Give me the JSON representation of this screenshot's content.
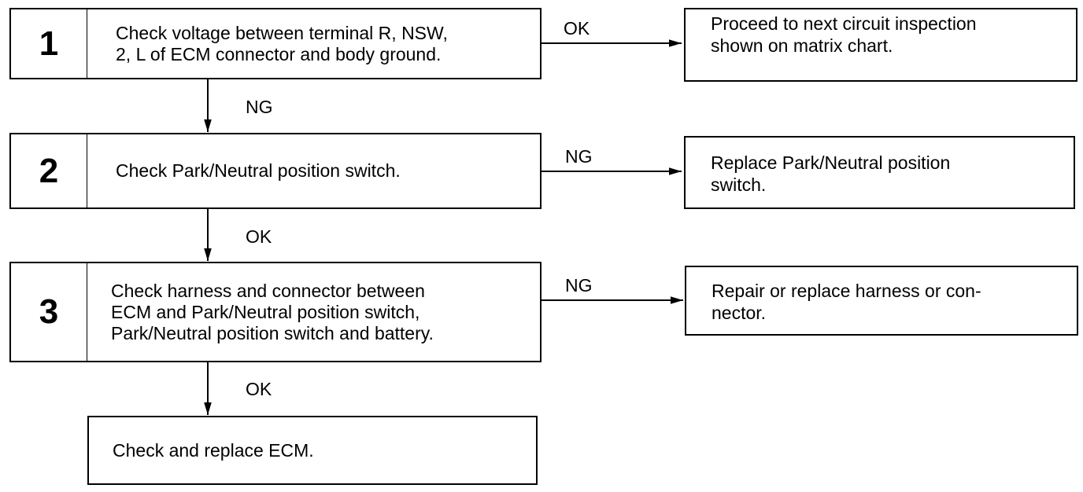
{
  "steps": [
    {
      "number": "1",
      "text": "Check voltage between terminal R, NSW,\n2, L of ECM connector and body ground."
    },
    {
      "number": "2",
      "text": "Check Park/Neutral position switch."
    },
    {
      "number": "3",
      "text": "Check harness and connector between\nECM and Park/Neutral position switch,\nPark/Neutral position switch and battery."
    }
  ],
  "results": [
    {
      "label": "OK",
      "text": "Proceed to next circuit inspection\nshown on matrix chart."
    },
    {
      "label": "NG",
      "text": "Replace Park/Neutral position\nswitch."
    },
    {
      "label": "NG",
      "text": "Repair or replace harness or con-\nnector."
    }
  ],
  "down_labels": [
    "NG",
    "OK",
    "OK"
  ],
  "final": {
    "text": "Check and replace ECM."
  }
}
